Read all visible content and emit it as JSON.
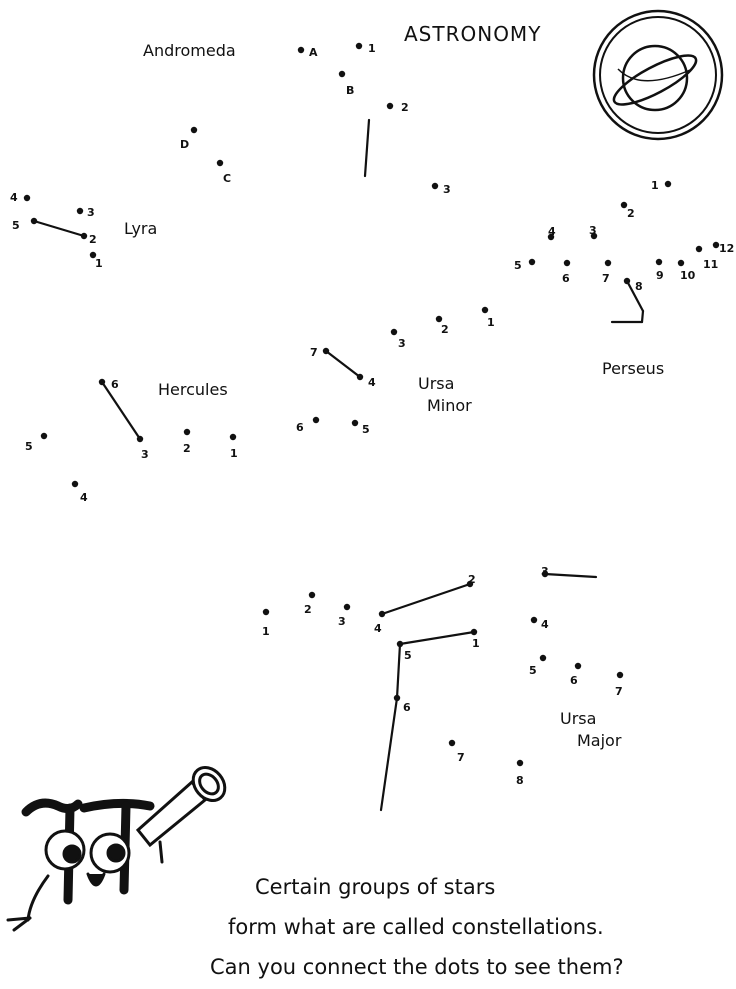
{
  "title": "ASTRONOMY",
  "constellations": {
    "andromeda": "Andromeda",
    "lyra": "Lyra",
    "hercules": "Hercules",
    "ursa_minor_1": "Ursa",
    "ursa_minor_2": "Minor",
    "perseus": "Perseus",
    "ursa_major_1": "Ursa",
    "ursa_major_2": "Major"
  },
  "caption": {
    "line1": "Certain groups of stars",
    "line2": "form what are called constellations.",
    "line3": "Can you connect the dots to see them?"
  },
  "dot_labels": [
    {
      "group": "andromeda",
      "label": "A"
    },
    {
      "group": "andromeda",
      "label": "1"
    },
    {
      "group": "andromeda",
      "label": "B"
    },
    {
      "group": "andromeda",
      "label": "2"
    },
    {
      "group": "andromeda",
      "label": "D"
    },
    {
      "group": "andromeda",
      "label": "C"
    },
    {
      "group": "andromeda",
      "label": "3"
    },
    {
      "group": "lyra",
      "label": "4"
    },
    {
      "group": "lyra",
      "label": "3"
    },
    {
      "group": "lyra",
      "label": "5"
    },
    {
      "group": "lyra",
      "label": "2"
    },
    {
      "group": "lyra",
      "label": "1"
    },
    {
      "group": "perseus",
      "label": "1"
    },
    {
      "group": "perseus",
      "label": "2"
    },
    {
      "group": "perseus",
      "label": "4"
    },
    {
      "group": "perseus",
      "label": "3"
    },
    {
      "group": "perseus",
      "label": "12"
    },
    {
      "group": "perseus",
      "label": "5"
    },
    {
      "group": "perseus",
      "label": "6"
    },
    {
      "group": "perseus",
      "label": "7"
    },
    {
      "group": "perseus",
      "label": "9"
    },
    {
      "group": "perseus",
      "label": "10"
    },
    {
      "group": "perseus",
      "label": "11"
    },
    {
      "group": "perseus",
      "label": "8"
    },
    {
      "group": "ursa-minor",
      "label": "1"
    },
    {
      "group": "ursa-minor",
      "label": "2"
    },
    {
      "group": "ursa-minor",
      "label": "3"
    },
    {
      "group": "ursa-minor",
      "label": "7"
    },
    {
      "group": "ursa-minor",
      "label": "4"
    },
    {
      "group": "ursa-minor",
      "label": "6"
    },
    {
      "group": "ursa-minor",
      "label": "5"
    },
    {
      "group": "hercules",
      "label": "6"
    },
    {
      "group": "hercules",
      "label": "3"
    },
    {
      "group": "hercules",
      "label": "2"
    },
    {
      "group": "hercules",
      "label": "1"
    },
    {
      "group": "hercules",
      "label": "5"
    },
    {
      "group": "hercules",
      "label": "4"
    },
    {
      "group": "ursa-major",
      "label": "1"
    },
    {
      "group": "ursa-major",
      "label": "2"
    },
    {
      "group": "ursa-major",
      "label": "3"
    },
    {
      "group": "ursa-major",
      "label": "4"
    },
    {
      "group": "ursa-major",
      "label": "2"
    },
    {
      "group": "ursa-major",
      "label": "3"
    },
    {
      "group": "ursa-major",
      "label": "4"
    },
    {
      "group": "ursa-major",
      "label": "1"
    },
    {
      "group": "ursa-major",
      "label": "5"
    },
    {
      "group": "ursa-major",
      "label": "6"
    },
    {
      "group": "ursa-major",
      "label": "5"
    },
    {
      "group": "ursa-major",
      "label": "6"
    },
    {
      "group": "ursa-major",
      "label": "7"
    },
    {
      "group": "ursa-major",
      "label": "7"
    },
    {
      "group": "ursa-major",
      "label": "8"
    }
  ]
}
